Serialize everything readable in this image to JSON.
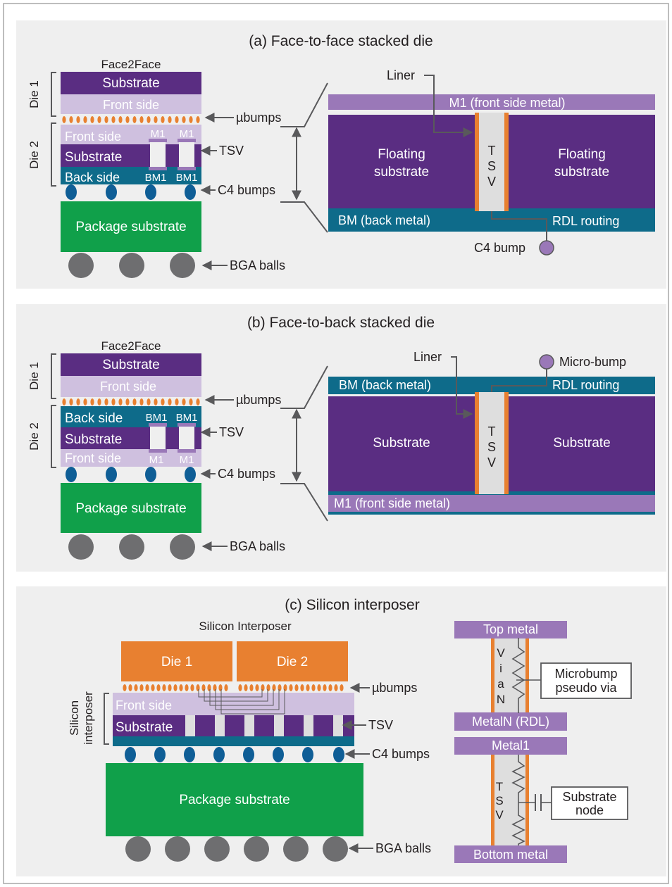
{
  "colors": {
    "panel_bg": "#efefef",
    "dark_purple": "#5a2d82",
    "light_purple": "#cfc0df",
    "mid_purple": "#9a78b8",
    "teal": "#0e6b8a",
    "green": "#10a04a",
    "orange": "#e88030",
    "bump_blue": "#0f5e96",
    "gray_ball": "#6e6e70",
    "tsv_gray": "#dedede",
    "line": "#59595b",
    "text": "#231f20"
  },
  "panel_a": {
    "title": "(a) Face-to-face stacked die",
    "stack_title": "Face2Face",
    "die1": "Die 1",
    "die2": "Die 2",
    "substrate": "Substrate",
    "front_side": "Front side",
    "front_side_2": "Front side",
    "m1": "M1",
    "substrate_2": "Substrate",
    "back_side": "Back side",
    "bm1": "BM1",
    "package_substrate": "Package substrate",
    "ubumps": "µbumps",
    "tsv": "TSV",
    "c4_bumps": "C4 bumps",
    "bga_balls": "BGA balls",
    "zoom": {
      "liner": "Liner",
      "m1_metal": "M1 (front side metal)",
      "floating_substrate": [
        "Floating",
        "substrate"
      ],
      "tsv_letters": [
        "T",
        "S",
        "V"
      ],
      "bm_metal": "BM (back metal)",
      "rdl_routing": "RDL routing",
      "c4_bump": "C4 bump"
    }
  },
  "panel_b": {
    "title": "(b) Face-to-back stacked die",
    "stack_title": "Face2Face",
    "die1": "Die 1",
    "die2": "Die 2",
    "substrate": "Substrate",
    "front_side": "Front side",
    "back_side": "Back side",
    "bm1": "BM1",
    "substrate_2": "Substrate",
    "front_side_2": "Front side",
    "m1": "M1",
    "package_substrate": "Package substrate",
    "ubumps": "µbumps",
    "tsv": "TSV",
    "c4_bumps": "C4 bumps",
    "bga_balls": "BGA balls",
    "zoom": {
      "liner": "Liner",
      "micro_bump": "Micro-bump",
      "bm_metal": "BM (back metal)",
      "rdl_routing": "RDL routing",
      "substrate": "Substrate",
      "tsv_letters": [
        "T",
        "S",
        "V"
      ],
      "m1_metal": "M1 (front side metal)"
    }
  },
  "panel_c": {
    "title": "(c) Silicon interposer",
    "stack_title": "Silicon Interposer",
    "die1": "Die 1",
    "die2": "Die 2",
    "side_label": [
      "Silicon",
      "interposer"
    ],
    "front_side": "Front side",
    "substrate": "Substrate",
    "package_substrate": "Package substrate",
    "ubumps": "µbumps",
    "tsv": "TSV",
    "c4_bumps": "C4 bumps",
    "bga_balls": "BGA balls",
    "model": {
      "top_metal": "Top metal",
      "via_letters": [
        "V",
        "i",
        "a",
        "N"
      ],
      "microbump": [
        "Microbump",
        "pseudo via"
      ],
      "metaln": "MetalN (RDL)",
      "metal1": "Metal1",
      "tsv_letters": [
        "T",
        "S",
        "V"
      ],
      "substrate_node": [
        "Substrate",
        "node"
      ],
      "bottom_metal": "Bottom metal"
    }
  }
}
